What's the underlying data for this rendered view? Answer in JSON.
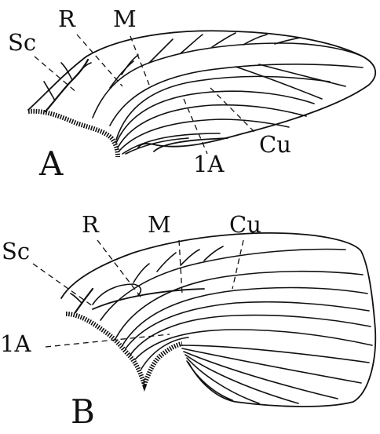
{
  "panel_a": {
    "letter": "A",
    "labels": {
      "sc": "Sc",
      "r": "R",
      "m": "M",
      "cu": "Cu",
      "one_a": "1A"
    }
  },
  "panel_b": {
    "letter": "B",
    "labels": {
      "sc": "Sc",
      "r": "R",
      "m": "M",
      "cu": "Cu",
      "one_a": "1A"
    }
  }
}
